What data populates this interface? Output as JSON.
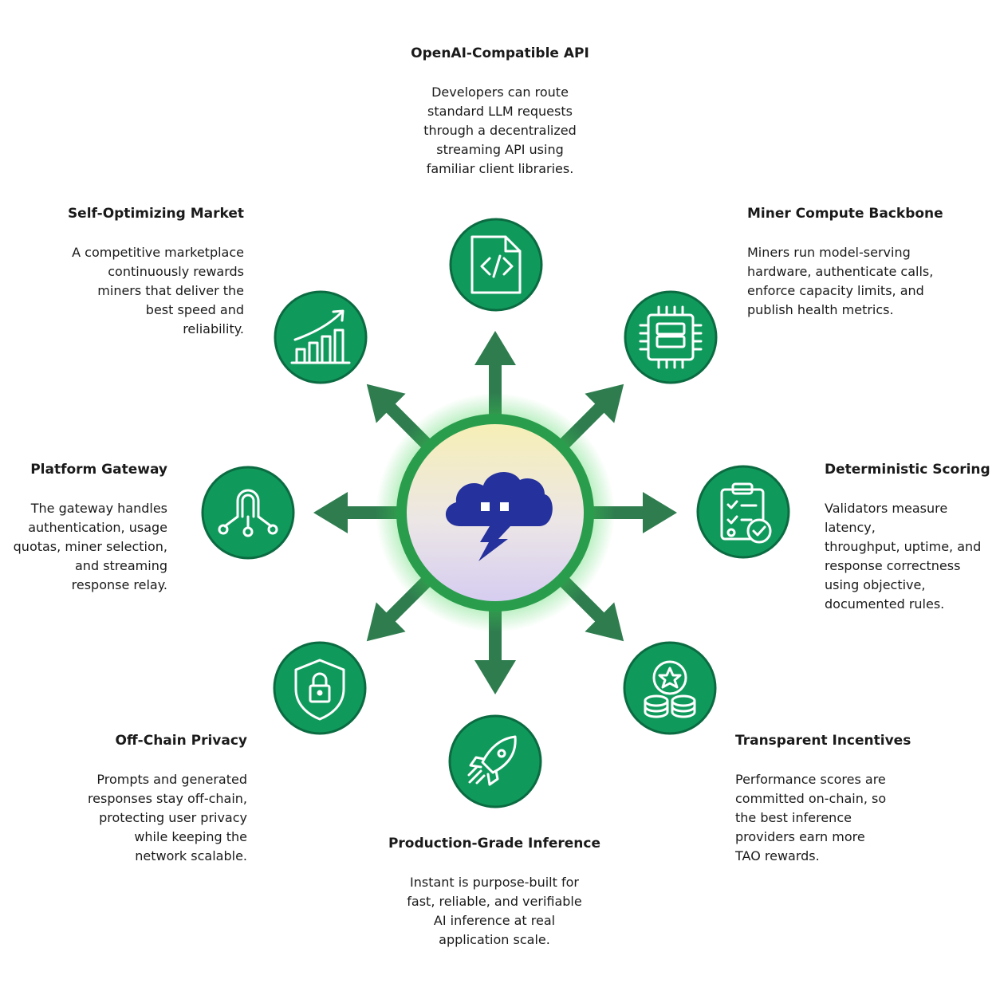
{
  "colors": {
    "node": "#0f9a5c",
    "node_edge": "#0b6b41",
    "arrow": "#2f7d4f",
    "hub_glow": "#37d24d",
    "hub_icon": "#25319c",
    "text": "#1a1a1a"
  },
  "hub": {
    "icon": "cloud-lightning-icon"
  },
  "features": [
    {
      "id": "openai",
      "icon": "code-file-icon",
      "title": "OpenAI-Compatible API",
      "description": "Developers can route\nstandard LLM requests\nthrough a decentralized\nstreaming API using\nfamiliar client libraries."
    },
    {
      "id": "miner",
      "icon": "cpu-server-icon",
      "title": "Miner Compute Backbone",
      "description": "Miners run model-serving\nhardware, authenticate calls,\nenforce capacity limits, and\npublish health metrics."
    },
    {
      "id": "scoring",
      "icon": "clipboard-check-icon",
      "title": "Deterministic Scoring",
      "description": "Validators measure latency,\nthroughput, uptime, and\nresponse correctness\nusing objective,\ndocumented rules."
    },
    {
      "id": "incentives",
      "icon": "coins-star-icon",
      "title": "Transparent Incentives",
      "description": "Performance scores are\ncommitted on-chain, so\nthe best inference\nproviders earn more\nTAO rewards."
    },
    {
      "id": "inference",
      "icon": "rocket-icon",
      "title": "Production-Grade Inference",
      "description": "Instant is purpose-built for\nfast, reliable, and verifiable\nAI inference at real\napplication scale."
    },
    {
      "id": "privacy",
      "icon": "shield-lock-icon",
      "title": "Off-Chain Privacy",
      "description": "Prompts and generated\nresponses stay off-chain,\nprotecting user privacy\nwhile keeping the\nnetwork scalable."
    },
    {
      "id": "gateway",
      "icon": "gateway-nodes-icon",
      "title": "Platform Gateway",
      "description": "The gateway handles\nauthentication, usage\nquotas, miner selection,\nand streaming\nresponse relay."
    },
    {
      "id": "market",
      "icon": "growth-chart-icon",
      "title": "Self-Optimizing Market",
      "description": "A competitive marketplace\ncontinuously rewards\nminers that deliver the\nbest speed and\nreliability."
    }
  ]
}
